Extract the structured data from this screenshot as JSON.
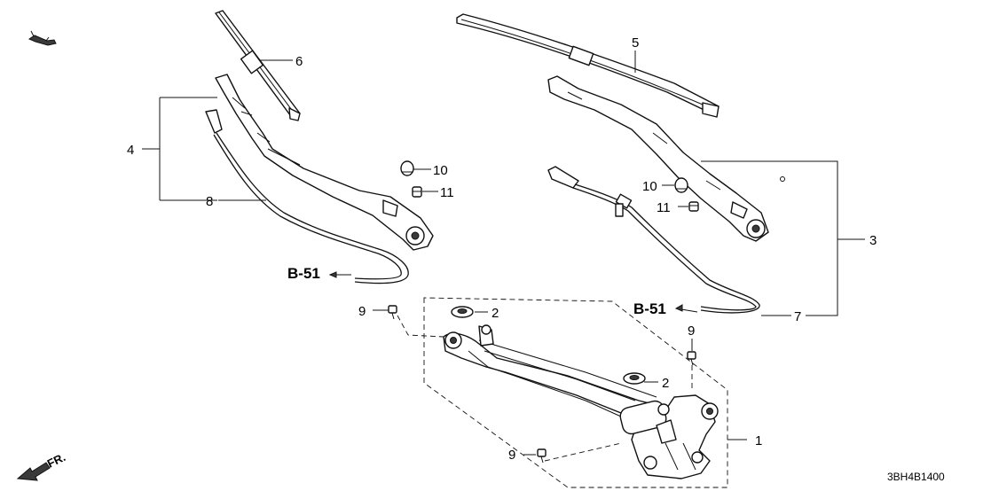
{
  "diagram_code": "3BH4B1400",
  "front_marker": "FR.",
  "reference_labels": [
    "B-51",
    "B-51"
  ],
  "callouts": [
    {
      "id": "c1",
      "label": "1"
    },
    {
      "id": "c2a",
      "label": "2"
    },
    {
      "id": "c2b",
      "label": "2"
    },
    {
      "id": "c3",
      "label": "3"
    },
    {
      "id": "c4",
      "label": "4"
    },
    {
      "id": "c5",
      "label": "5"
    },
    {
      "id": "c6",
      "label": "6"
    },
    {
      "id": "c7",
      "label": "7"
    },
    {
      "id": "c8",
      "label": "8"
    },
    {
      "id": "c9a",
      "label": "9"
    },
    {
      "id": "c9b",
      "label": "9"
    },
    {
      "id": "c9c",
      "label": "9"
    },
    {
      "id": "c10a",
      "label": "10"
    },
    {
      "id": "c10b",
      "label": "10"
    },
    {
      "id": "c11a",
      "label": "11"
    },
    {
      "id": "c11b",
      "label": "11"
    }
  ]
}
